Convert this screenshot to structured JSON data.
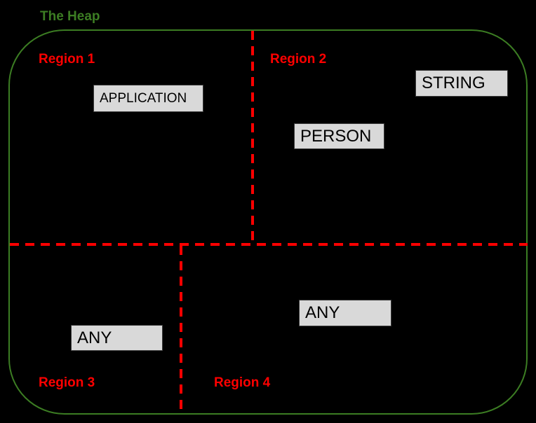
{
  "diagram": {
    "title": "The Heap",
    "colors": {
      "green": "#3c7d23",
      "red": "#ff0000",
      "node_fill": "#d9d9d9",
      "node_border": "#3c3c3c",
      "node_text": "#000000",
      "background": "#000000"
    },
    "regions": [
      {
        "label": "Region 1"
      },
      {
        "label": "Region 2"
      },
      {
        "label": "Region 3"
      },
      {
        "label": "Region 4"
      }
    ],
    "nodes": [
      {
        "label": "APPLICATION",
        "region": "Region 1"
      },
      {
        "label": "STRING",
        "region": "Region 2"
      },
      {
        "label": "PERSON",
        "region": "Region 2"
      },
      {
        "label": "ANY",
        "region": "Region 3"
      },
      {
        "label": "ANY",
        "region": "Region 4"
      }
    ]
  }
}
